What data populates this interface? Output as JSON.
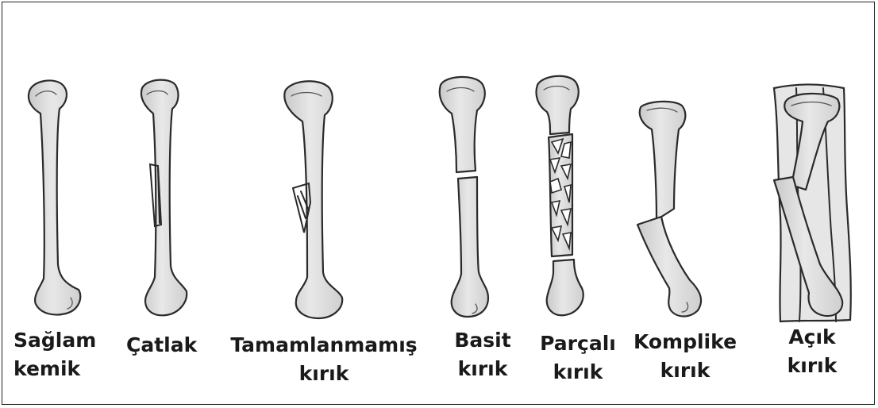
{
  "labels": {
    "healthy": [
      "Sağlam",
      "kemik"
    ],
    "fissure": [
      "Çatlak"
    ],
    "incomplete": [
      "Tamamlanmamış",
      "kırık"
    ],
    "simple": [
      "Basit",
      "kırık"
    ],
    "comminuted": [
      "Parçalı",
      "kırık"
    ],
    "complicated": [
      "Komplike",
      "kırık"
    ],
    "open": [
      "Açık",
      "kırık"
    ]
  },
  "colors": {
    "bone": "#dcdcdc",
    "outline": "#2a2a2a",
    "skin": "#e6e6e6"
  }
}
